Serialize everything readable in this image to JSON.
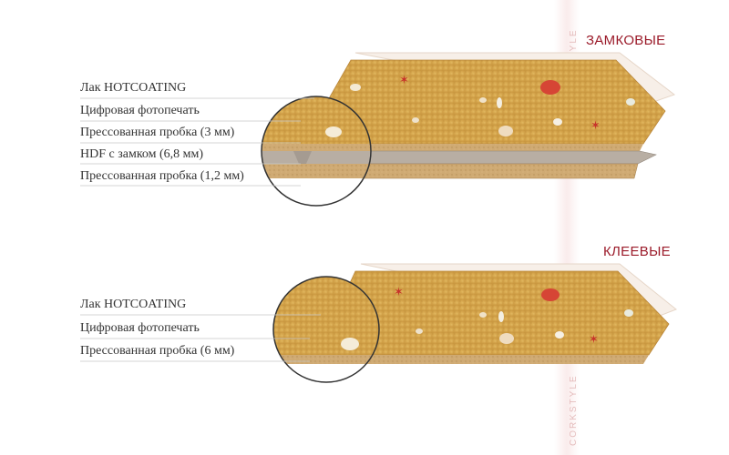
{
  "watermark": "CORKSTYLE",
  "sections": {
    "lock": {
      "title": "ЗАМКОВЫЕ",
      "layers": [
        "Лак HOTCOATING",
        "Цифровая фотопечать",
        "Прессованная пробка (3 мм)",
        "HDF с замком (6,8 мм)",
        "Прессованная пробка (1,2 мм)"
      ]
    },
    "glue": {
      "title": "КЛЕЕВЫЕ",
      "layers": [
        "Лак HOTCOATING",
        "Цифровая фотопечать",
        "Прессованная пробка (6 мм)"
      ]
    }
  },
  "colors": {
    "title": "#9b1b2a",
    "sand": "#d6a44a",
    "cork": "#c9a36b",
    "hdf": "#b6aca2"
  }
}
